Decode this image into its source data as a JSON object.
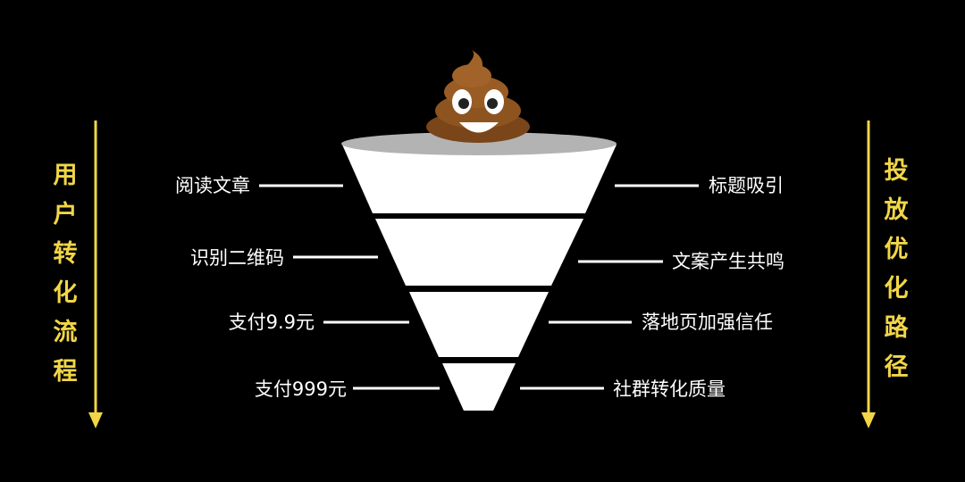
{
  "left_axis": {
    "title_chars": [
      "用",
      "户",
      "转",
      "化",
      "流",
      "程"
    ],
    "color": "#f2d648"
  },
  "right_axis": {
    "title_chars": [
      "投",
      "放",
      "优",
      "化",
      "路",
      "径"
    ],
    "color": "#f2d648"
  },
  "funnel": {
    "stages": [
      {
        "left": "阅读文章",
        "right": "标题吸引"
      },
      {
        "left": "识别二维码",
        "right": "文案产生共鸣"
      },
      {
        "left": "支付9.9元",
        "right": "落地页加强信任"
      },
      {
        "left": "支付999元",
        "right": "社群转化质量"
      }
    ],
    "top_icon": "poop-emoji-icon"
  }
}
